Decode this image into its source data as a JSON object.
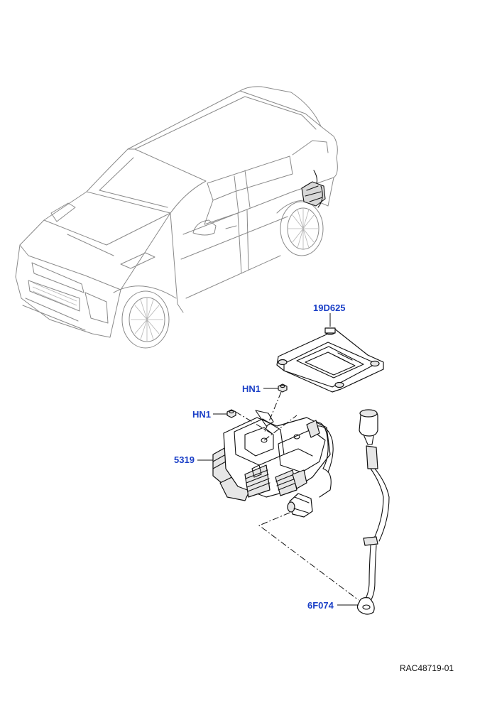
{
  "callouts": {
    "mounting_bracket": "19D625",
    "nut_upper": "HN1",
    "nut_lower": "HN1",
    "compressor": "5319",
    "intake_hose": "6F074"
  },
  "reference_code": "RAC48719-01",
  "icons": [
    "vehicle-outline-icon",
    "air-suspension-compressor-icon",
    "mounting-bracket-icon",
    "hex-nut-icon",
    "intake-hose-icon"
  ],
  "colors": {
    "callout": "#1a3fc7",
    "vehicle_line": "#8a8a8a",
    "part_line": "#111111"
  }
}
